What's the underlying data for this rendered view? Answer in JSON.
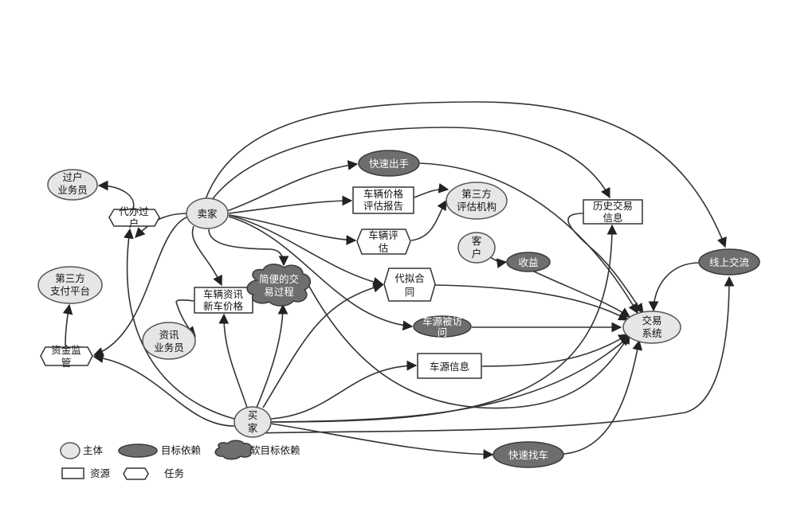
{
  "nodes": {
    "seller": "卖家",
    "buyer": [
      "买",
      "家"
    ],
    "transfer_clerk": [
      "过户",
      "业务员"
    ],
    "transfer_agent": [
      "代办过",
      "户"
    ],
    "third_pay": [
      "第三方",
      "支付平台"
    ],
    "fund_monitor": [
      "资金监",
      "管"
    ],
    "info_clerk": [
      "资讯",
      "业务员"
    ],
    "vehicle_info": [
      "车辆资讯",
      "新车价格"
    ],
    "easy_trade": [
      "简便的交",
      "易过程"
    ],
    "quick_sell": "快速出手",
    "price_report": [
      "车辆价格",
      "评估报告"
    ],
    "third_eval": [
      "第三方",
      "评估机构"
    ],
    "vehicle_eval": [
      "车辆评",
      "估"
    ],
    "history": [
      "历史交易",
      "信息"
    ],
    "customer": [
      "客",
      "户"
    ],
    "income": "收益",
    "online": "线上交流",
    "contract": [
      "代拟合",
      "同"
    ],
    "visited": [
      "车源被访",
      "问"
    ],
    "trade_system": [
      "交易",
      "系统"
    ],
    "source_info": "车源信息",
    "quick_find": "快速找车"
  },
  "legend": {
    "actor": "主体",
    "goal": "目标依赖",
    "soft": "软目标依赖",
    "resource": "资源",
    "task": "任务"
  }
}
